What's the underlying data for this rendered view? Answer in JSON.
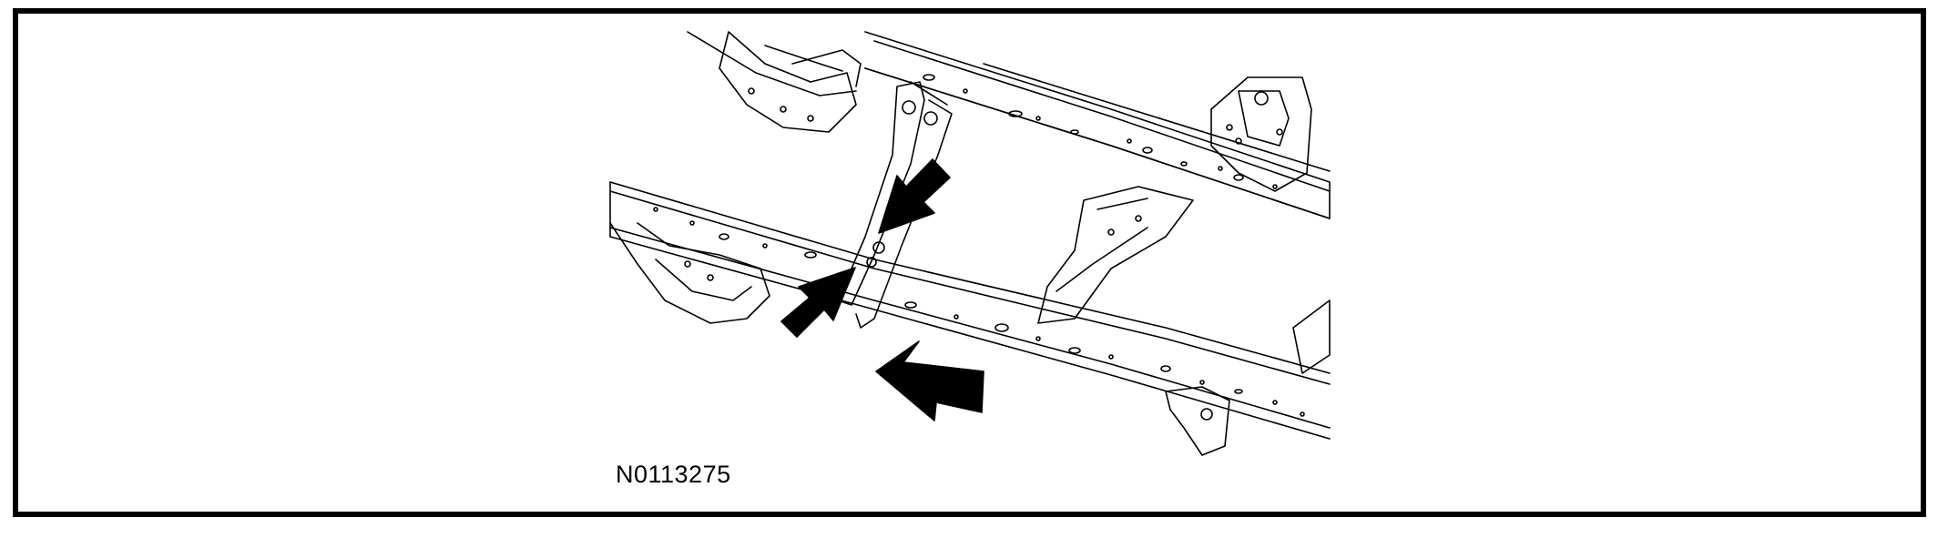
{
  "figure": {
    "id_label": "N0113275"
  },
  "callouts": [
    {
      "icon": "pointer-arrow-upper"
    },
    {
      "icon": "pointer-arrow-lower"
    },
    {
      "icon": "front-direction-arrow"
    }
  ],
  "colors": {
    "ink": "#000000",
    "paper": "#ffffff",
    "arrow_fill": "#000000"
  }
}
